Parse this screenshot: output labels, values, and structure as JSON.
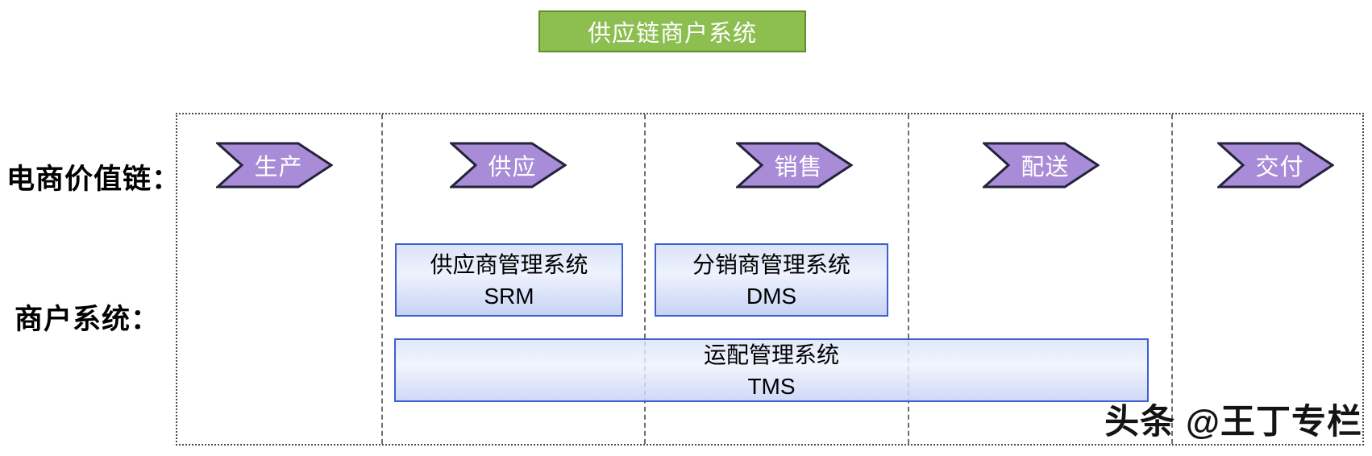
{
  "title": {
    "text": "供应链商户系统"
  },
  "row_labels": {
    "value_chain": "电商价值链：",
    "merchant_systems": "商户系统："
  },
  "value_chain": {
    "steps": [
      {
        "label": "生产"
      },
      {
        "label": "供应"
      },
      {
        "label": "销售"
      },
      {
        "label": "配送"
      },
      {
        "label": "交付"
      }
    ]
  },
  "merchant_systems": [
    {
      "name": "供应商管理系统",
      "abbr": "SRM"
    },
    {
      "name": "分销商管理系统",
      "abbr": "DMS"
    },
    {
      "name": "运配管理系统",
      "abbr": "TMS"
    }
  ],
  "watermark": {
    "text": "头条 @王丁专栏"
  },
  "colors": {
    "title_fill": "#8cbe50",
    "title_border": "#5e8f2b",
    "step_fill": "#a98cd8",
    "step_border": "#23233b",
    "system_border": "#3e5fce",
    "system_fill_top": "#dae3f8",
    "system_fill_bottom": "#c7d3f6",
    "grid_line": "#4a4a4a"
  }
}
